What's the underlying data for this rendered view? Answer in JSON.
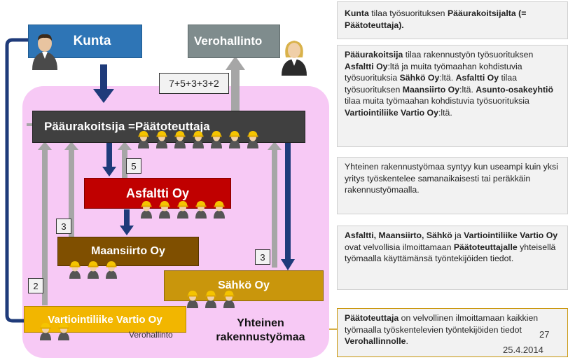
{
  "diagram": {
    "kunta": "Kunta",
    "verohallinto": "Verohallinto",
    "verohallinto_small": "Verohallinto",
    "paaurakoitsija": "Pääurakoitsija =Päätoteuttaja",
    "asfaltti": "Asfaltti Oy",
    "maansiirto": "Maansiirto Oy",
    "sahko": "Sähkö Oy",
    "vartio": "Vartiointiliike Vartio Oy",
    "worksite_line1": "Yhteinen",
    "worksite_line2": "rakennustyömaa",
    "sum_box": "7+5+3+3+2",
    "num_asfaltti": "5",
    "num_maansiirto": "3",
    "num_sahko": "3",
    "num_vartio": "2"
  },
  "notes": [
    {
      "segments": [
        {
          "t": "Kunta",
          "b": true
        },
        {
          "t": " tilaa työsuorituksen ",
          "b": false
        },
        {
          "t": "Pääurakoitsijalta (= Päätoteuttaja).",
          "b": true
        }
      ]
    },
    {
      "segments": [
        {
          "t": "Pääurakoitsija",
          "b": true
        },
        {
          "t": " tilaa rakennustyön työsuorituksen ",
          "b": false
        },
        {
          "t": "Asfaltti Oy",
          "b": true
        },
        {
          "t": ":ltä ja muita työmaahan kohdistuvia työsuorituksia ",
          "b": false
        },
        {
          "t": "Sähkö Oy",
          "b": true
        },
        {
          "t": ":ltä. ",
          "b": false
        },
        {
          "t": "Asfaltti Oy",
          "b": true
        },
        {
          "t": " tilaa työsuorituksen ",
          "b": false
        },
        {
          "t": "Maansiirto Oy",
          "b": true
        },
        {
          "t": ":ltä. ",
          "b": false
        },
        {
          "t": "Asunto-osakeyhtiö",
          "b": true
        },
        {
          "t": " tilaa muita työmaahan kohdistuvia työsuorituksia ",
          "b": false
        },
        {
          "t": "Vartiointiliike Vartio Oy",
          "b": true
        },
        {
          "t": ":ltä.",
          "b": false
        }
      ]
    },
    {
      "segments": [
        {
          "t": "Yhteinen rakennustyömaa syntyy kun useampi kuin yksi yritys työskentelee samanaikaisesti tai peräkkäin rakennustyömaalla.",
          "b": false
        }
      ]
    },
    {
      "segments": [
        {
          "t": "Asfaltti, Maansiirto, Sähkö",
          "b": true
        },
        {
          "t": " ja ",
          "b": false
        },
        {
          "t": "Vartiointiliike Vartio Oy",
          "b": true
        },
        {
          "t": " ovat velvollisia ilmoittamaan ",
          "b": false
        },
        {
          "t": "Päätoteuttajalle",
          "b": true
        },
        {
          "t": " yhteisellä työmaalla käyttämänsä työntekijöiden tiedot.",
          "b": false
        }
      ]
    },
    {
      "segments": [
        {
          "t": "Päätoteuttaja",
          "b": true
        },
        {
          "t": " on velvollinen ilmoittamaan kaikkien työmaalla työskentelevien työntekijöiden tiedot ",
          "b": false
        },
        {
          "t": "Verohallinnolle",
          "b": true
        },
        {
          "t": ".",
          "b": false
        }
      ]
    }
  ],
  "footer": {
    "page": "27",
    "date": "25.4.2014"
  },
  "colors": {
    "kunta": "#2e75b6",
    "verohallinto": "#7f8c8d",
    "paaurakoitsija": "#404040",
    "asfaltti": "#c00000",
    "maansiirto": "#7f4f00",
    "sahko": "#c9960c",
    "vartio": "#f2b600",
    "area": "#f7c9f5",
    "arrow_dark": "#1f3b7a",
    "arrow_grey": "#a6a6a6"
  }
}
